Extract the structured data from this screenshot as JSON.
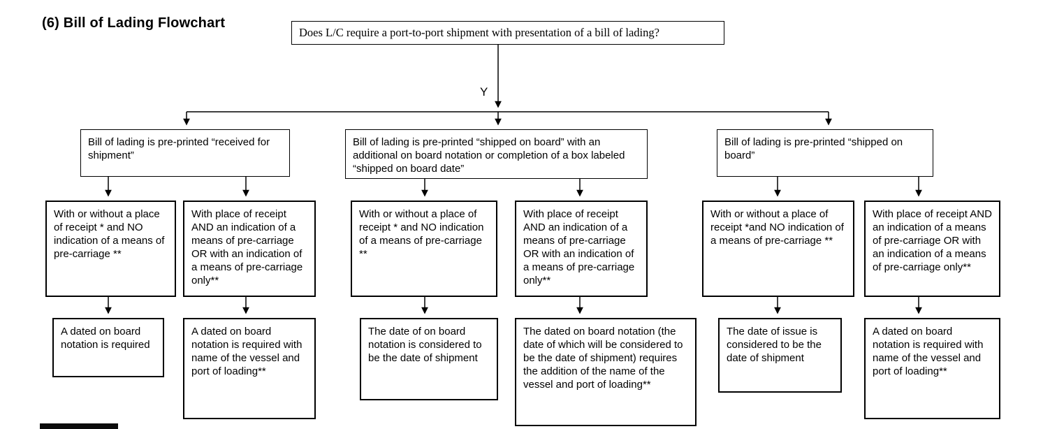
{
  "title": "(6) Bill of Lading Flowchart",
  "question": "Does L/C require a port-to-port shipment with presentation of a bill of lading?",
  "branch_label": "Y",
  "branches": [
    {
      "header": "Bill of lading is pre-printed “received for shipment”",
      "conditions": [
        {
          "text": "With or without a place of receipt * and NO indication of a means of pre-carriage **",
          "result": "A dated on board notation is required"
        },
        {
          "text": "With place of receipt AND an indication of a means of pre-carriage OR with an indication of a means of pre-carriage only**",
          "result": "A dated on board notation is required with name of the vessel and port of loading**"
        }
      ]
    },
    {
      "header": "Bill of lading is pre-printed “shipped on board” with an additional on board notation or completion of a box labeled “shipped on board date”",
      "conditions": [
        {
          "text": "With or without a place of receipt * and NO indication of a means of pre-carriage **",
          "result": "The date of on board notation is considered to be the date of shipment"
        },
        {
          "text": "With place of receipt AND an indication of a means of pre-carriage OR with an indication of a means of pre-carriage only**",
          "result": "The dated on board notation (the date of which will be considered to be the date of shipment) requires the addition of the name of the vessel and port of loading**"
        }
      ]
    },
    {
      "header": "Bill of lading is pre-printed “shipped on board”",
      "conditions": [
        {
          "text": "With or without a place of receipt *and NO indication of a means of pre-carriage **",
          "result": "The date of issue is considered to be the date of shipment"
        },
        {
          "text": "With place of receipt AND an indication of a means of pre-carriage OR with an indication of a means of pre-carriage only**",
          "result": "A dated on board notation is required with name of the vessel and port of loading**"
        }
      ]
    }
  ]
}
